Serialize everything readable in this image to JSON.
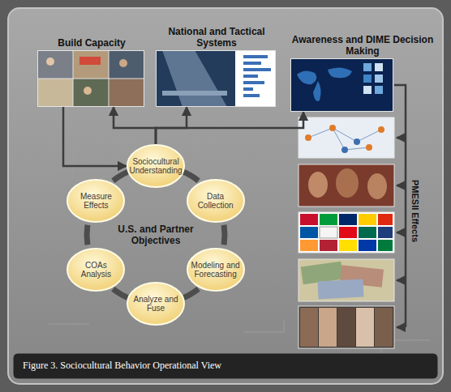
{
  "diagram": {
    "caption": "Figure 3. Sociocultural Behavior Operational View",
    "nodes": [
      {
        "text": [
          "Build Capacity"
        ]
      },
      {
        "text": [
          "National and Tactical Systems"
        ]
      },
      {
        "text": [
          "Awareness and DIME Decision Making"
        ]
      },
      {
        "text": [
          "Sociocultural Understanding"
        ]
      },
      {
        "text": [
          "Data Collection"
        ]
      },
      {
        "text": [
          "Modeling and Forecasting"
        ]
      },
      {
        "text": [
          "Analyze and Fuse"
        ]
      },
      {
        "text": [
          "COAs Analysis"
        ]
      },
      {
        "text": [
          "Measure Effects"
        ]
      },
      {
        "text": [
          "U.S. and Partner Objectives"
        ]
      }
    ],
    "edges": [
      {
        "from": 0,
        "to": 3,
        "arrow": "to"
      },
      {
        "from": 3,
        "to": 0,
        "arrow": "to"
      },
      {
        "from": 3,
        "to": 1,
        "arrow": "to"
      },
      {
        "from": 3,
        "to": 2,
        "arrow": "to"
      },
      {
        "from": 3,
        "to": 4,
        "arrow": "none"
      },
      {
        "from": 4,
        "to": 5,
        "arrow": "none"
      },
      {
        "from": 5,
        "to": 6,
        "arrow": "none"
      },
      {
        "from": 6,
        "to": 7,
        "arrow": "none"
      },
      {
        "from": 7,
        "to": 8,
        "arrow": "none"
      },
      {
        "from": 8,
        "to": 3,
        "arrow": "none"
      }
    ],
    "labels": [
      "PMESII Effects"
    ]
  }
}
